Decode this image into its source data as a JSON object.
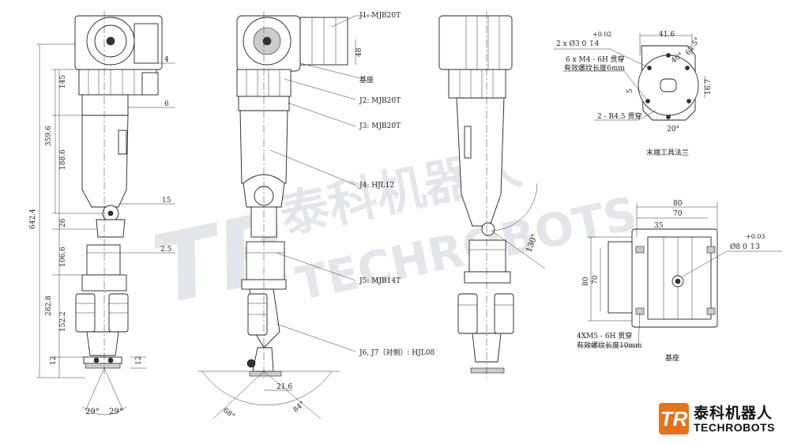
{
  "watermark": {
    "cn": "泰科机器人",
    "en": "TECHROBOTS",
    "mark": "TR"
  },
  "logo": {
    "mark": "TR",
    "cn": "泰科机器人",
    "en": "TECHROBOTS",
    "color": "#e8711b"
  },
  "front_view": {
    "dims_left": [
      "642.4",
      "359.6",
      "282.8",
      "145",
      "188.6",
      "26",
      "106.6",
      "152.2",
      "12"
    ],
    "dims_right": [
      "4",
      "6",
      "15",
      "2.5",
      "12"
    ],
    "angles": [
      "29°",
      "29°"
    ]
  },
  "side_view": {
    "labels": [
      "J1: MJB20T",
      "基座",
      "J2: MJB20T",
      "J3: MJB20T",
      "J4: HJL12",
      "J5: MJB14T",
      "J6, J7（对侧）: HJL08"
    ],
    "dims": [
      "48",
      "21.6",
      "68°",
      "84°"
    ]
  },
  "back_view": {
    "angle": "130°"
  },
  "flange": {
    "hole_spec": "2 x Ø3 0 ↧4",
    "tol": "+0.02",
    "thread_1": "6 x M4 - 6H 贯穿",
    "thread_2": "有效螺纹长度6mm",
    "radius": "2 - R4.5 贯穿",
    "dims": [
      "41.6",
      "40°",
      "62.5°",
      "16.7",
      "5",
      "20°"
    ],
    "caption": "末端工具法兰"
  },
  "base": {
    "dims": [
      "80",
      "70",
      "35",
      "80",
      "70"
    ],
    "hole_spec": "Ø8 0 ↧3",
    "tol": "+0.03",
    "thread_1": "4XM5 - 6H 贯穿",
    "thread_2": "有效螺纹长度10mm",
    "caption": "基座"
  }
}
